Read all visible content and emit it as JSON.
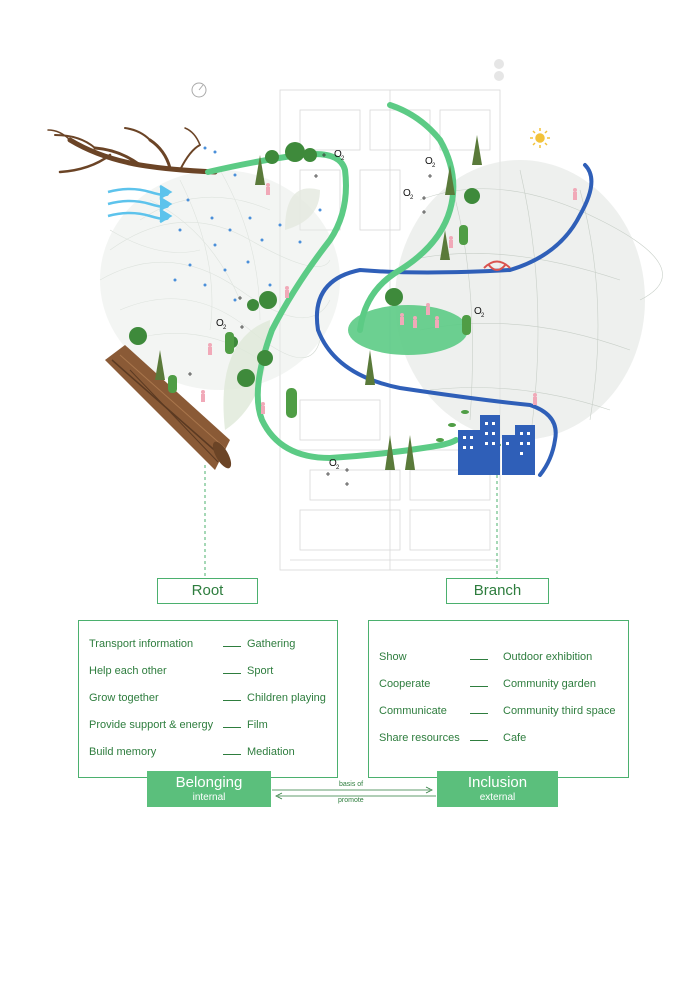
{
  "diagram": {
    "o2_label": "O",
    "o2_sub": "2"
  },
  "root": {
    "title": "Root",
    "rows": [
      {
        "left": "Transport information",
        "right": "Gathering"
      },
      {
        "left": "Help each other",
        "right": "Sport"
      },
      {
        "left": "Grow together",
        "right": "Children playing"
      },
      {
        "left": "Provide support & energy",
        "right": "Film"
      },
      {
        "left": "Build memory",
        "right": "Mediation"
      }
    ],
    "tag_main": "Belonging",
    "tag_sub": "internal"
  },
  "branch": {
    "title": "Branch",
    "rows": [
      {
        "left": "Show",
        "right": "Outdoor exhibition"
      },
      {
        "left": "Cooperate",
        "right": "Community garden"
      },
      {
        "left": "Communicate",
        "right": "Community third space"
      },
      {
        "left": "Share resources",
        "right": "Cafe"
      }
    ],
    "tag_main": "Inclusion",
    "tag_sub": "external"
  },
  "relation": {
    "top_label": "basis of",
    "bottom_label": "promote"
  },
  "colors": {
    "green_path": "#5ccb85",
    "blue_river": "#2f5fb8",
    "accent_green": "#4bb06e",
    "tag_green": "#5bbf7c",
    "text_green": "#2e7d3e"
  }
}
